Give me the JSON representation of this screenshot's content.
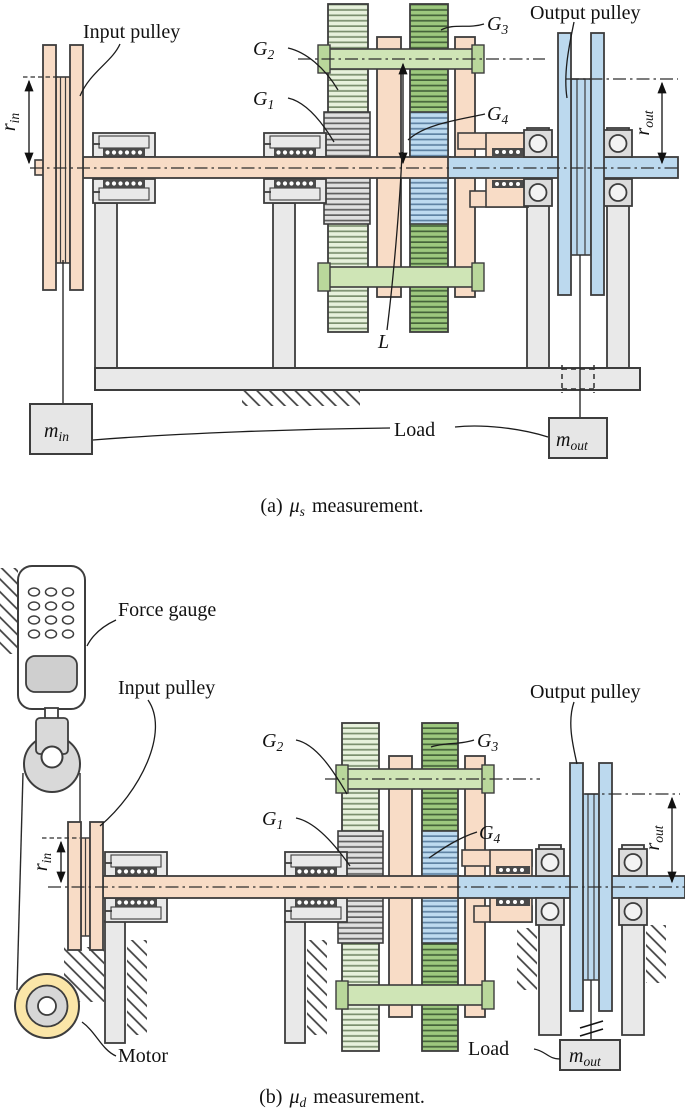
{
  "palette": {
    "peach": "#f8dcc6",
    "light_green_gear": "#e7f1dc",
    "light_green_stripe": "#7b8f6e",
    "dark_green_gear": "#9dc87e",
    "dark_green_stripe": "#45633a",
    "blue": "#bcd9ee",
    "blue_stripe": "#5f83a3",
    "gray_gear": "#e0e0e0",
    "gray_stripe": "#606060",
    "frame_gray": "#e9e9e9",
    "motor_yellow": "#fbe6a8",
    "green_shaft": "#cfe5b6",
    "outline": "#3d3d3d",
    "text": "#111111"
  },
  "figure_a": {
    "labels": {
      "input_pulley": "Input pulley",
      "output_pulley": "Output pulley",
      "g1": {
        "base": "G",
        "sub": "1"
      },
      "g2": {
        "base": "G",
        "sub": "2"
      },
      "g3": {
        "base": "G",
        "sub": "3"
      },
      "g4": {
        "base": "G",
        "sub": "4"
      },
      "r_in": {
        "base": "r",
        "sub": "in"
      },
      "r_out": {
        "base": "r",
        "sub": "out"
      },
      "center_distance": "L",
      "load": "Load",
      "m_in": {
        "base": "m",
        "sub": "in"
      },
      "m_out": {
        "base": "m",
        "sub": "out"
      }
    },
    "caption": {
      "index": "(a)",
      "mu": "μ",
      "mu_sub": "s",
      "rest": "measurement."
    }
  },
  "figure_b": {
    "labels": {
      "force_gauge": "Force gauge",
      "input_pulley": "Input pulley",
      "output_pulley": "Output pulley",
      "motor": "Motor",
      "g1": {
        "base": "G",
        "sub": "1"
      },
      "g2": {
        "base": "G",
        "sub": "2"
      },
      "g3": {
        "base": "G",
        "sub": "3"
      },
      "g4": {
        "base": "G",
        "sub": "4"
      },
      "r_in": {
        "base": "r",
        "sub": "in"
      },
      "r_out": {
        "base": "r",
        "sub": "out"
      },
      "load": "Load",
      "m_out": {
        "base": "m",
        "sub": "out"
      }
    },
    "caption": {
      "index": "(b)",
      "mu": "μ",
      "mu_sub": "d",
      "rest": "measurement."
    }
  }
}
